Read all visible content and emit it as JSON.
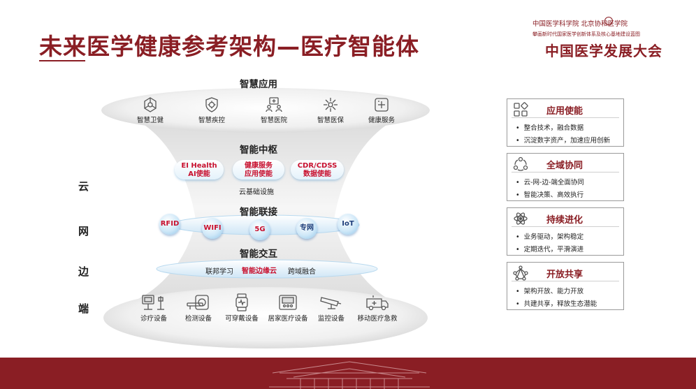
{
  "header": {
    "title": "未来医学健康参考架构—医疗智能体",
    "org_line": "中国医学科学院 北京协和医学院",
    "org_sub": "攀画新时代国家医学创新体系及核心基地建设蓝图",
    "org_main": "中国医学发展大会"
  },
  "side_labels": [
    "云",
    "网",
    "边",
    "端"
  ],
  "layers": {
    "app": "智慧应用",
    "hub": "智能中枢",
    "link": "智能联接",
    "interact": "智能交互"
  },
  "apps": [
    {
      "label": "智慧卫健",
      "icon": "hexagon-network-icon"
    },
    {
      "label": "智慧疾控",
      "icon": "virus-shield-icon"
    },
    {
      "label": "智慧医院",
      "icon": "hospital-people-icon"
    },
    {
      "label": "智慧医保",
      "icon": "medical-insurance-icon"
    },
    {
      "label": "健康服务",
      "icon": "health-service-icon"
    }
  ],
  "hub_pills": [
    {
      "line1": "EI Health",
      "line2": "AI使能"
    },
    {
      "line1": "健康服务",
      "line2": "应用使能"
    },
    {
      "line1": "CDR/CDSS",
      "line2": "数据使能"
    }
  ],
  "hub_base": "云基础设施",
  "link_nodes": [
    "RFID",
    "WIFI",
    "5G",
    "专网",
    "IoT"
  ],
  "interact_items": [
    "联邦学习",
    "智能边缘云",
    "跨域融合"
  ],
  "devices": [
    {
      "label": "诊疗设备",
      "icon": "medical-equipment-icon"
    },
    {
      "label": "检测设备",
      "icon": "ct-scanner-icon"
    },
    {
      "label": "可穿戴设备",
      "icon": "smartwatch-icon"
    },
    {
      "label": "居家医疗设备",
      "icon": "blood-pressure-monitor-icon"
    },
    {
      "label": "监控设备",
      "icon": "security-camera-icon"
    },
    {
      "label": "移动医疗急救",
      "icon": "ambulance-icon"
    }
  ],
  "cards": [
    {
      "title": "应用使能",
      "icon": "app-grid-icon",
      "items": [
        "整合技术，融合数据",
        "沉淀数字资产，加速应用创新"
      ]
    },
    {
      "title": "全域协同",
      "icon": "collaboration-icon",
      "items": [
        "云-网-边-端全面协同",
        "智能决策、高效执行"
      ]
    },
    {
      "title": "持续进化",
      "icon": "atom-icon",
      "items": [
        "业务驱动，架构稳定",
        "定期迭代，平滑演进"
      ]
    },
    {
      "title": "开放共享",
      "icon": "network-share-icon",
      "items": [
        "架构开放、能力开放",
        "共建共享，释放生态潜能"
      ]
    }
  ],
  "colors": {
    "brand": "#8a1e24",
    "accent_red": "#c8102e",
    "accent_blue": "#6fb3e0"
  }
}
